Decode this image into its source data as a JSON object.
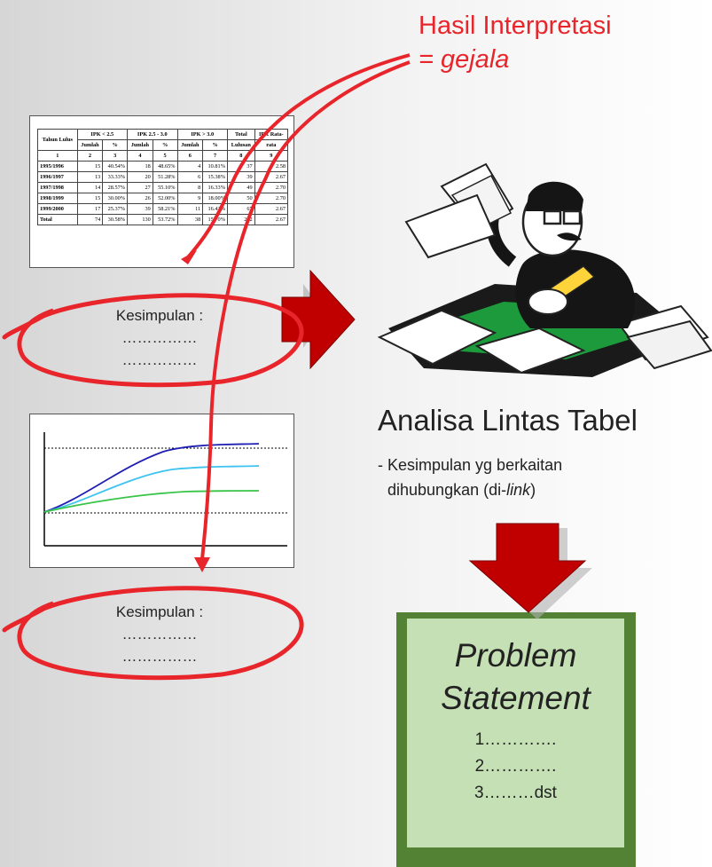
{
  "title": {
    "line1": "Hasil Interpretasi",
    "line2": "= gejala"
  },
  "table": {
    "head_top": [
      "Tahun Lulus",
      "IPK < 2.5",
      "IPK 2.5 - 3.0",
      "IPK > 3.0",
      "Total",
      "IPK Rata-"
    ],
    "head_sub": [
      "Jumlah",
      "%",
      "Jumlah",
      "%",
      "Jumlah",
      "%",
      "Lulusan",
      "rata"
    ],
    "index_row": [
      "1",
      "2",
      "3",
      "4",
      "5",
      "6",
      "7",
      "8",
      "9"
    ],
    "rows": [
      [
        "1995/1996",
        "15",
        "40.54%",
        "18",
        "48.65%",
        "4",
        "10.81%",
        "37",
        "2.58"
      ],
      [
        "1996/1997",
        "13",
        "33.33%",
        "20",
        "51.28%",
        "6",
        "15.38%",
        "39",
        "2.67"
      ],
      [
        "1997/1998",
        "14",
        "28.57%",
        "27",
        "55.10%",
        "8",
        "16.33%",
        "49",
        "2.70"
      ],
      [
        "1998/1999",
        "15",
        "30.00%",
        "26",
        "52.00%",
        "9",
        "18.00%",
        "50",
        "2.70"
      ],
      [
        "1999/2000",
        "17",
        "25.37%",
        "39",
        "58.21%",
        "11",
        "16.42%",
        "67",
        "2.67"
      ],
      [
        "Total",
        "74",
        "30.58%",
        "130",
        "53.72%",
        "38",
        "15.70%",
        "242",
        "2.67"
      ]
    ]
  },
  "conclusion_1": {
    "label": "Kesimpulan :",
    "line1": "……………",
    "line2": "……………"
  },
  "conclusion_2": {
    "label": "Kesimpulan :",
    "line1": "……………",
    "line2": "……………"
  },
  "analisa": {
    "title": "Analisa Lintas Tabel",
    "desc_line1": "- Kesimpulan yg berkaitan",
    "desc_line2_a": "dihubungkan (di-",
    "desc_line2_b": "link",
    "desc_line2_c": ")"
  },
  "problem_statement": {
    "heading1": "Problem",
    "heading2": "Statement",
    "items": [
      "1………….",
      "2………….",
      "3………dst"
    ]
  },
  "colors": {
    "accent_red": "#e8252b",
    "arrow_red": "#c00000",
    "ps_border": "#548235",
    "ps_fill": "#c5e0b4"
  },
  "icons": {
    "person": "person-reading-papers-icon"
  }
}
